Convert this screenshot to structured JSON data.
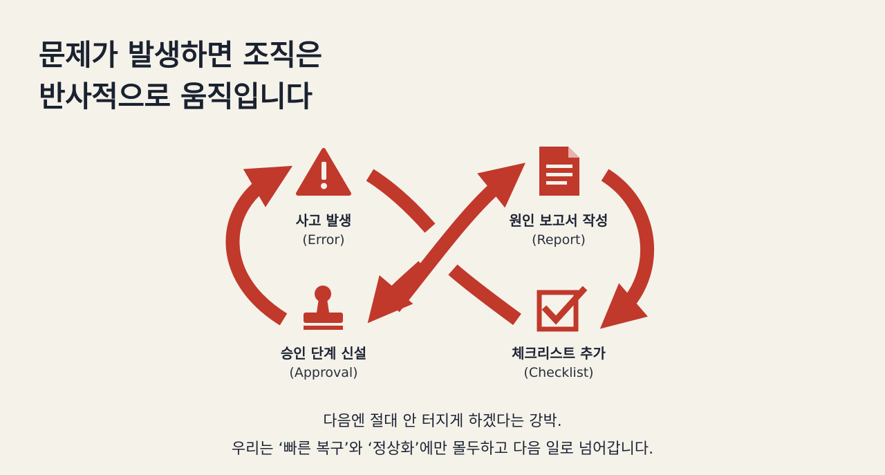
{
  "title": {
    "line1": "문제가 발생하면 조직은",
    "line2": "반사적으로 움직입니다"
  },
  "diagram": {
    "accent_color": "#c0392b",
    "nodes": [
      {
        "id": "error",
        "label": "사고 발생",
        "sublabel": "(Error)",
        "icon": "warning-triangle-icon"
      },
      {
        "id": "report",
        "label": "원인 보고서 작성",
        "sublabel": "(Report)",
        "icon": "document-icon"
      },
      {
        "id": "checklist",
        "label": "체크리스트 추가",
        "sublabel": "(Checklist)",
        "icon": "checkbox-icon"
      },
      {
        "id": "approval",
        "label": "승인 단계 신설",
        "sublabel": "(Approval)",
        "icon": "stamp-icon"
      }
    ]
  },
  "caption": {
    "line1": "다음엔 절대 안 터지게 하겠다는 강박.",
    "line2": "우리는 ‘빠른 복구’와 ‘정상화’에만 몰두하고 다음 일로 넘어갑니다."
  }
}
